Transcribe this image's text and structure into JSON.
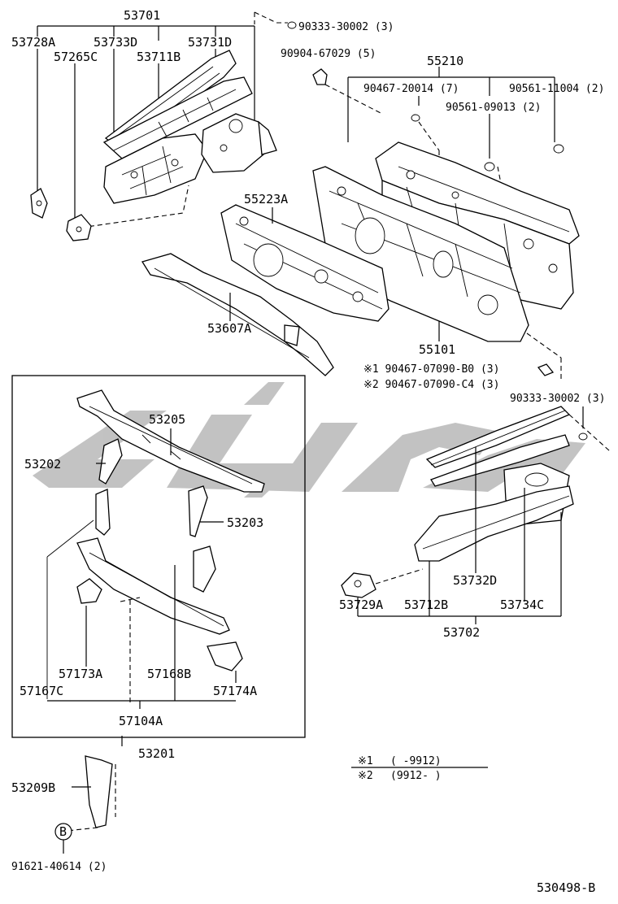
{
  "diagram": {
    "drawing_code": "530498-B",
    "watermark_color": "#b8b8b8",
    "line_color": "#000000",
    "parts": {
      "p53701": "53701",
      "p53728A": "53728A",
      "p53733D": "53733D",
      "p53731D": "53731D",
      "p57265C": "57265C",
      "p53711B": "53711B",
      "p90333_top": "90333-30002 (3)",
      "p90904": "90904-67029 (5)",
      "p55210": "55210",
      "p90467_20014": "90467-20014 (7)",
      "p90561_11004": "90561-11004 (2)",
      "p90561_09013": "90561-09013 (2)",
      "p55223A": "55223A",
      "p53607A": "53607A",
      "p55101": "55101",
      "p90467_B0": "※1 90467-07090-B0 (3)",
      "p90467_C4": "※2 90467-07090-C4 (3)",
      "p90333_right": "90333-30002 (3)",
      "p53205": "53205",
      "p53202": "53202",
      "p53203": "53203",
      "p57173A": "57173A",
      "p57168B": "57168B",
      "p57167C": "57167C",
      "p57174A": "57174A",
      "p57104A": "57104A",
      "p53201": "53201",
      "p53209B": "53209B",
      "p91621": "91621-40614 (2)",
      "circle_B": "B",
      "p53732D": "53732D",
      "p53729A": "53729A",
      "p53712B": "53712B",
      "p53734C": "53734C",
      "p53702": "53702"
    },
    "footnotes": {
      "n1_mark": "※1",
      "n1_range": "(     -9912)",
      "n2_mark": "※2",
      "n2_range": "(9912-     )"
    }
  }
}
